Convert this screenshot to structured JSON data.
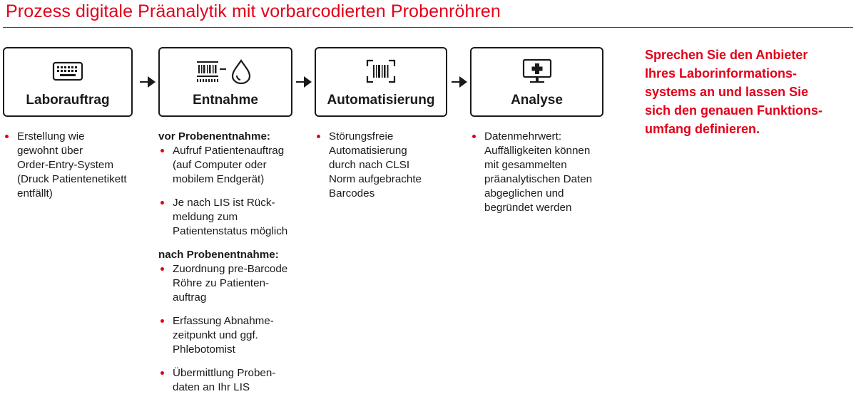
{
  "title": "Prozess digitale Präanalytik mit vorbarcodierten Probenröhren",
  "accent_color": "#e2001a",
  "steps": [
    {
      "label": "Laborauftrag",
      "icon": "keyboard-icon"
    },
    {
      "label": "Entnahme",
      "icon": "barcode-drop-icon"
    },
    {
      "label": "Automatisierung",
      "icon": "barcode-scan-icon"
    },
    {
      "label": "Analyse",
      "icon": "medical-monitor-icon"
    }
  ],
  "col1": {
    "items": [
      [
        "Erstellung wie",
        "gewohnt über",
        "Order-Entry-System",
        "(Druck Patientenetikett",
        "entfällt)"
      ]
    ]
  },
  "col2": {
    "before_heading": "vor Probenentnahme:",
    "before_items": [
      [
        "Aufruf Patientenauftrag",
        "(auf Computer oder",
        "mobilem Endgerät)"
      ],
      [
        "Je nach LIS ist Rück-",
        "meldung zum",
        "Patientenstatus möglich"
      ]
    ],
    "after_heading": "nach Probenentnahme:",
    "after_items": [
      [
        "Zuordnung pre-Barcode",
        "Röhre zu Patienten-",
        "auftrag"
      ],
      [
        "Erfassung Abnahme-",
        "zeitpunkt und ggf.",
        "Phlebotomist"
      ],
      [
        "Übermittlung Proben-",
        "daten an Ihr LIS"
      ]
    ]
  },
  "col3": {
    "items": [
      [
        "Störungsfreie",
        "Automatisierung",
        "durch nach CLSI",
        "Norm aufgebrachte",
        "Barcodes"
      ]
    ]
  },
  "col4": {
    "items": [
      [
        "Datenmehrwert:",
        "Auffälligkeiten können",
        "mit gesammelten",
        "präanalytischen Daten",
        "abgeglichen und",
        "begründet werden"
      ]
    ]
  },
  "callout": {
    "lines": [
      "Sprechen Sie den Anbieter",
      "Ihres Laborinformations-",
      "systems an und lassen Sie",
      "sich den genauen Funktions-",
      "umfang definieren."
    ]
  }
}
